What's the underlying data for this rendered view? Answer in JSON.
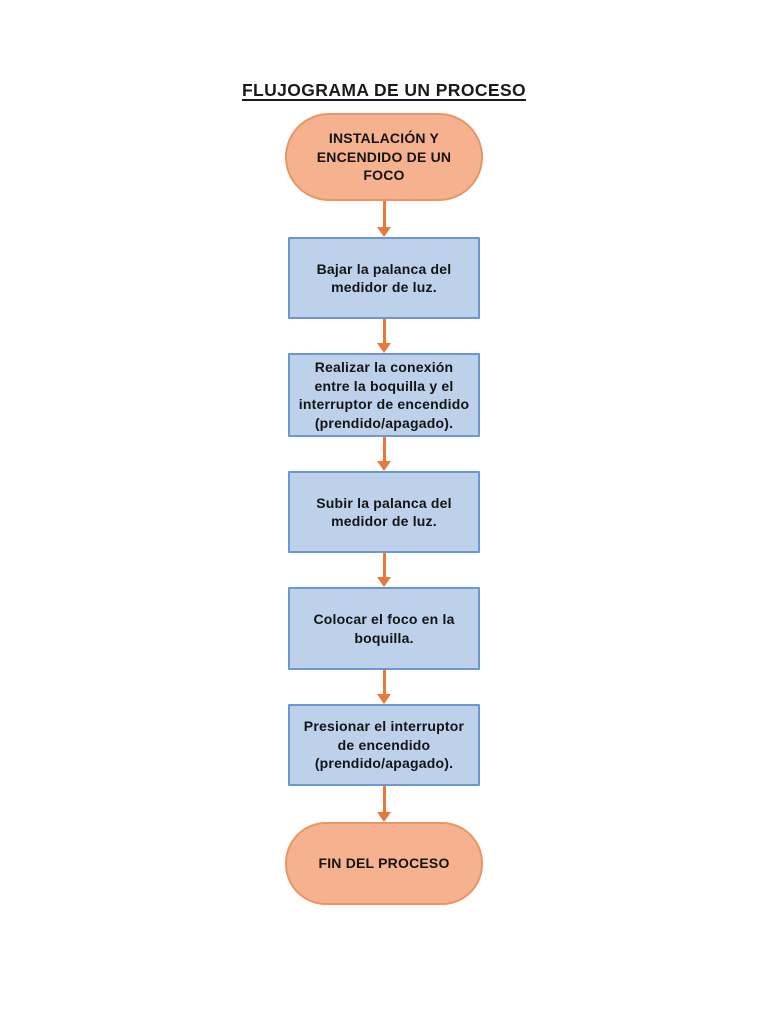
{
  "title": "FLUJOGRAMA DE UN PROCESO",
  "flowchart": {
    "nodes": [
      {
        "type": "terminator",
        "label": "INSTALACIÓN Y\nENCENDIDO DE UN\nFOCO"
      },
      {
        "type": "process",
        "label": "Bajar la palanca del\nmedidor de luz."
      },
      {
        "type": "process",
        "label": "Realizar la conexión\nentre la boquilla y el\ninterruptor de encendido\n(prendido/apagado)."
      },
      {
        "type": "process",
        "label": "Subir la palanca del\nmedidor de luz."
      },
      {
        "type": "process",
        "label": "Colocar el foco en la\nboquilla."
      },
      {
        "type": "process",
        "label": "Presionar el interruptor\nde encendido\n(prendido/apagado)."
      },
      {
        "type": "terminator",
        "label": "FIN DEL PROCESO"
      }
    ],
    "colors": {
      "terminator_fill": "#F6B18E",
      "terminator_border": "#EC9466",
      "process_fill": "#BDD2EA",
      "process_border": "#6B98CE",
      "arrow": "#E8793A",
      "text": "#141414"
    }
  }
}
